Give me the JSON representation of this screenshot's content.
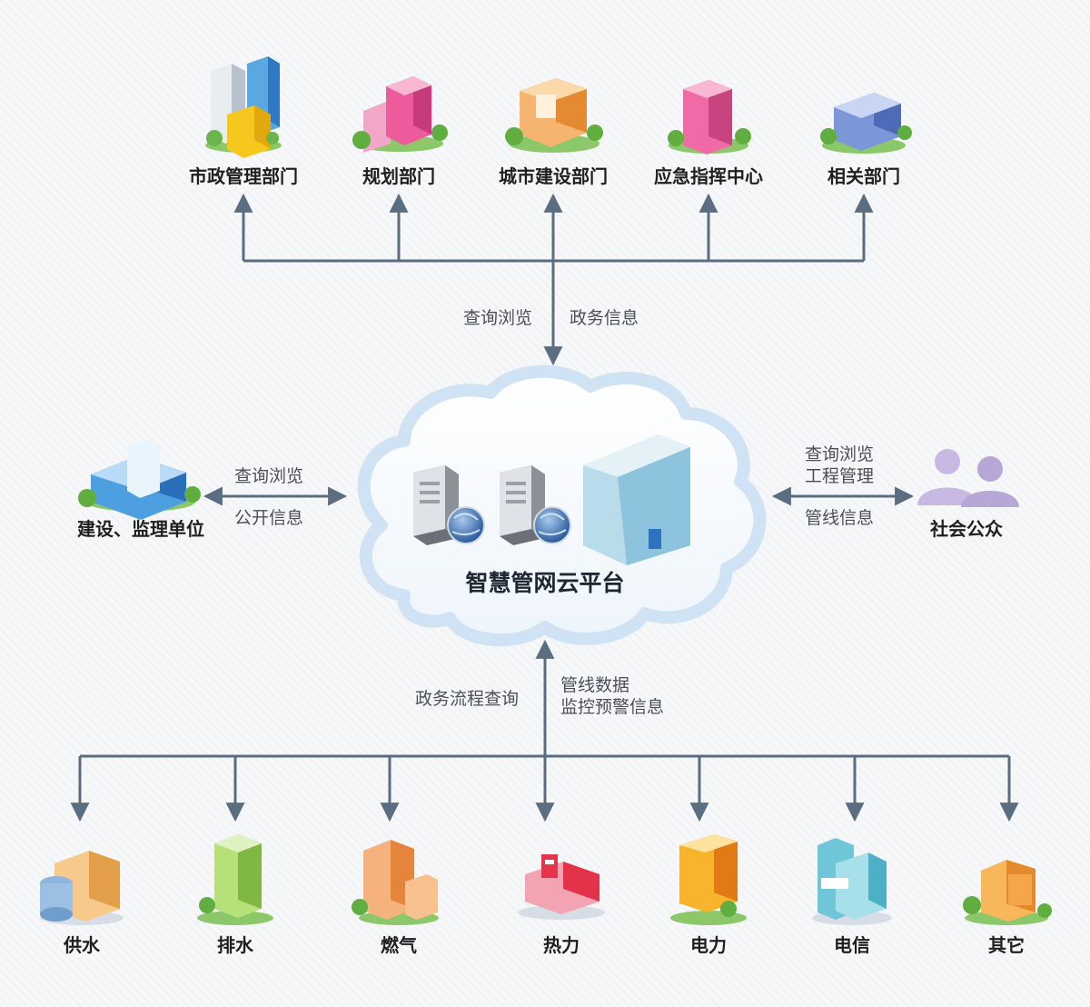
{
  "platform": {
    "title": "智慧管网云平台"
  },
  "top_nodes": [
    {
      "id": "municipal",
      "label": "市政管理部门",
      "icon": "office-towers-icon"
    },
    {
      "id": "planning",
      "label": "规划部门",
      "icon": "pink-building-icon"
    },
    {
      "id": "construction",
      "label": "城市建设部门",
      "icon": "orange-building-icon"
    },
    {
      "id": "emergency",
      "label": "应急指挥中心",
      "icon": "pink-tower-icon"
    },
    {
      "id": "related",
      "label": "相关部门",
      "icon": "blue-office-icon"
    }
  ],
  "side_nodes": {
    "left": {
      "label": "建设、监理单位",
      "icon": "blue-complex-icon"
    },
    "right": {
      "label": "社会公众",
      "icon": "people-icon"
    }
  },
  "bottom_nodes": [
    {
      "id": "water",
      "label": "供水",
      "icon": "water-plant-icon"
    },
    {
      "id": "drain",
      "label": "排水",
      "icon": "green-building-icon"
    },
    {
      "id": "gas",
      "label": "燃气",
      "icon": "gas-building-icon"
    },
    {
      "id": "heat",
      "label": "热力",
      "icon": "heat-factory-icon"
    },
    {
      "id": "power",
      "label": "电力",
      "icon": "power-building-icon"
    },
    {
      "id": "telecom",
      "label": "电信",
      "icon": "telecom-building-icon"
    },
    {
      "id": "other",
      "label": "其它",
      "icon": "other-building-icon"
    }
  ],
  "edge_labels": {
    "top_left": "查询浏览",
    "top_right": "政务信息",
    "left_top": "查询浏览",
    "left_bottom": "公开信息",
    "right_top": [
      "查询浏览",
      "工程管理"
    ],
    "right_bottom": "管线信息",
    "bottom_left": "政务流程查询",
    "bottom_right": [
      "管线数据",
      "监控预警信息"
    ]
  },
  "colors": {
    "connector": "#5b6d80",
    "cloud_stroke": "#cfe3f4",
    "cloud_fill": "#ffffff",
    "pink": "#ec5a9a",
    "blue": "#4a9ad8",
    "orange": "#f3a648",
    "green": "#7cc04a",
    "people": "#b7a7d6"
  }
}
